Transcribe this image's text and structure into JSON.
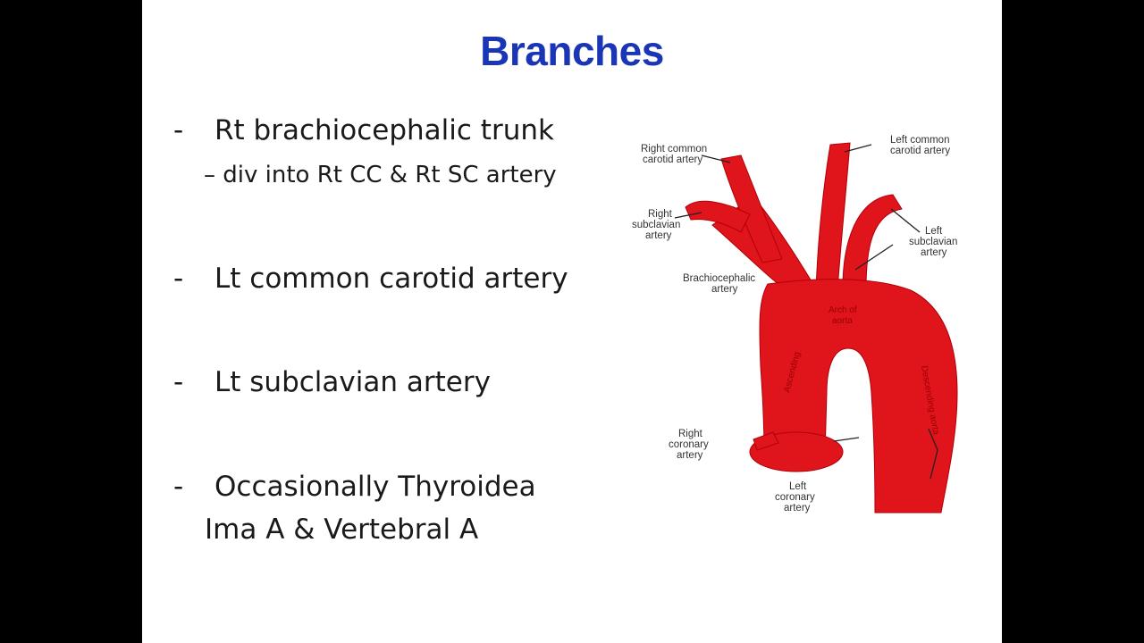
{
  "slide": {
    "title": "Branches",
    "bullets": [
      {
        "dash": "-",
        "text": "Rt brachiocephalic trunk"
      },
      {
        "dash": "-",
        "text": "Lt common carotid artery"
      },
      {
        "dash": "-",
        "text": "Lt subclavian artery"
      },
      {
        "dash": "-",
        "text": "Occasionally Thyroidea",
        "continuation": "Ima A & Vertebral A"
      }
    ],
    "sub_bullet": "– div into Rt CC & Rt SC artery"
  },
  "diagram": {
    "artery_color": "#e0141b",
    "labels": {
      "right_common_carotid_1": "Right common",
      "right_common_carotid_2": "carotid artery",
      "left_common_carotid_1": "Left common",
      "left_common_carotid_2": "carotid artery",
      "right_subclavian_1": "Right",
      "right_subclavian_2": "subclavian",
      "right_subclavian_3": "artery",
      "left_subclavian_1": "Left",
      "left_subclavian_2": "subclavian",
      "left_subclavian_3": "artery",
      "brachiocephalic_1": "Brachiocephalic",
      "brachiocephalic_2": "artery",
      "right_coronary_1": "Right",
      "right_coronary_2": "coronary",
      "right_coronary_3": "artery",
      "left_coronary_1": "Left",
      "left_coronary_2": "coronary",
      "left_coronary_3": "artery",
      "arch_1": "Arch of",
      "arch_2": "aorta",
      "ascending": "Ascending",
      "descending": "Descending aorta"
    }
  }
}
